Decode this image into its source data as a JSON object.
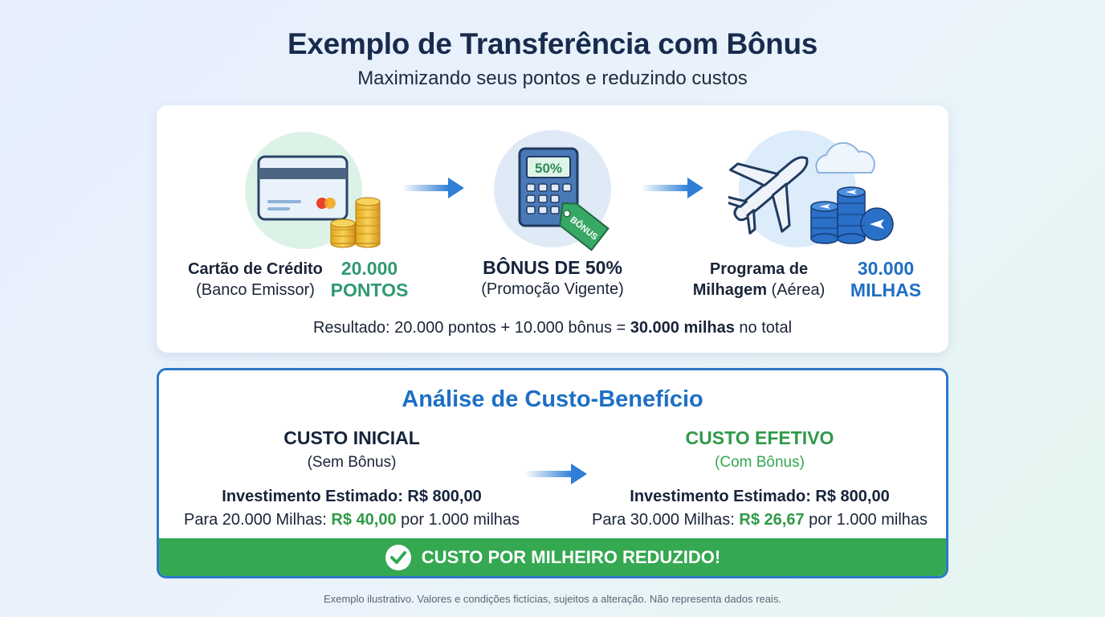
{
  "header": {
    "title": "Exemplo de Transferência com Bônus",
    "subtitle": "Maximizando seus pontos e reduzindo custos"
  },
  "flow": {
    "step1": {
      "icon": "credit-card-coins-icon",
      "label_line1": "Cartão de Crédito",
      "label_line2": "(Banco Emissor)",
      "amount_line1": "20.000",
      "amount_line2": "PONTOS"
    },
    "step2": {
      "icon": "calculator-bonus-tag-icon",
      "calc_display": "50%",
      "tag_text": "BÔNUS",
      "label_line1": "BÔNUS DE 50%",
      "label_line2": "(Promoção Vigente)"
    },
    "step3": {
      "icon": "airplane-miles-icon",
      "label_line1_bold": "Programa de",
      "label_line2_bold": "Milhagem",
      "label_line2_rest": " (Aérea)",
      "amount_line1": "30.000",
      "amount_line2": "MILHAS"
    },
    "result": {
      "prefix": "Resultado: 20.000 pontos + 10.000 bônus = ",
      "bold": "30.000 milhas",
      "suffix": " no total"
    }
  },
  "analysis": {
    "title": "Análise de Custo-Benefício",
    "initial": {
      "heading": "CUSTO INICIAL",
      "sub": "(Sem Bônus)",
      "investment": "Investimento Estimado: R$ 800,00",
      "per_prefix": "Para 20.000 Milhas: ",
      "per_value": "R$ 40,00",
      "per_suffix": " por 1.000 milhas"
    },
    "effective": {
      "heading": "CUSTO EFETIVO",
      "sub": "(Com Bônus)",
      "investment": "Investimento Estimado: R$ 800,00",
      "per_prefix": "Para 30.000 Milhas: ",
      "per_value": "R$ 26,67",
      "per_suffix": " por 1.000 milhas"
    },
    "banner": "CUSTO POR MILHEIRO REDUZIDO!"
  },
  "footer": "Exemplo ilustrativo. Valores e condições fictícias, sujeitos a alteração. Não representa dados reais.",
  "colors": {
    "primary_blue": "#1e6fc4",
    "accent_green": "#2f9a47",
    "banner_green": "#35a852",
    "title_navy": "#172b4d"
  }
}
